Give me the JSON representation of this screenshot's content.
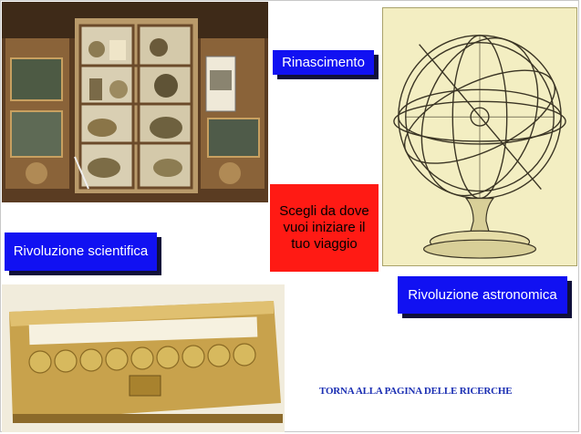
{
  "buttons": {
    "rinascimento": "Rinascimento",
    "rivoluzione_scientifica": "Rivoluzione scientifica",
    "rivoluzione_astronomica": "Rivoluzione astronomica"
  },
  "center_prompt": "Scegli da dove vuoi iniziare il tuo viaggio",
  "back_link": "TORNA ALLA PAGINA DELLE RICERCHE",
  "colors": {
    "button_blue": "#1111f2",
    "button_shadow": "#10103a",
    "prompt_red": "#ff1a14",
    "link_blue": "#1b2fb3"
  }
}
